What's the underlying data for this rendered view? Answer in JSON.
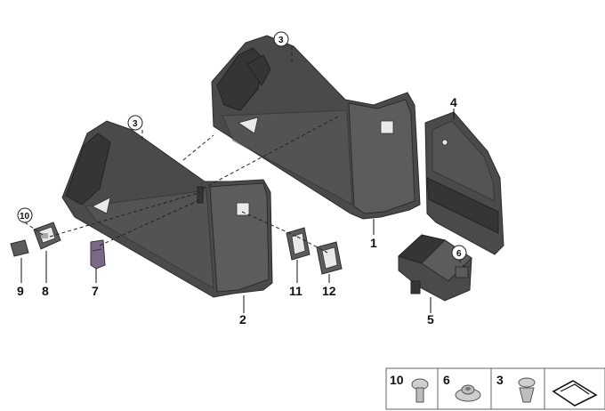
{
  "callouts": {
    "c1": "1",
    "c2": "2",
    "c3a": "3",
    "c3b": "3",
    "c4": "4",
    "c5": "5",
    "c6": "6",
    "c7": "7",
    "c8": "8",
    "c9": "9",
    "c10": "10",
    "c11": "11",
    "c12": "12"
  },
  "legend": {
    "item_10": "10",
    "item_6": "6",
    "item_3": "3"
  },
  "colors": {
    "panel": "#4a4a4a",
    "accent_part": "#7a6a86"
  },
  "icons": [
    "trim-panel",
    "cover",
    "bracket",
    "clip",
    "screw",
    "nut",
    "expanding-rivet",
    "catalog-arrow"
  ]
}
